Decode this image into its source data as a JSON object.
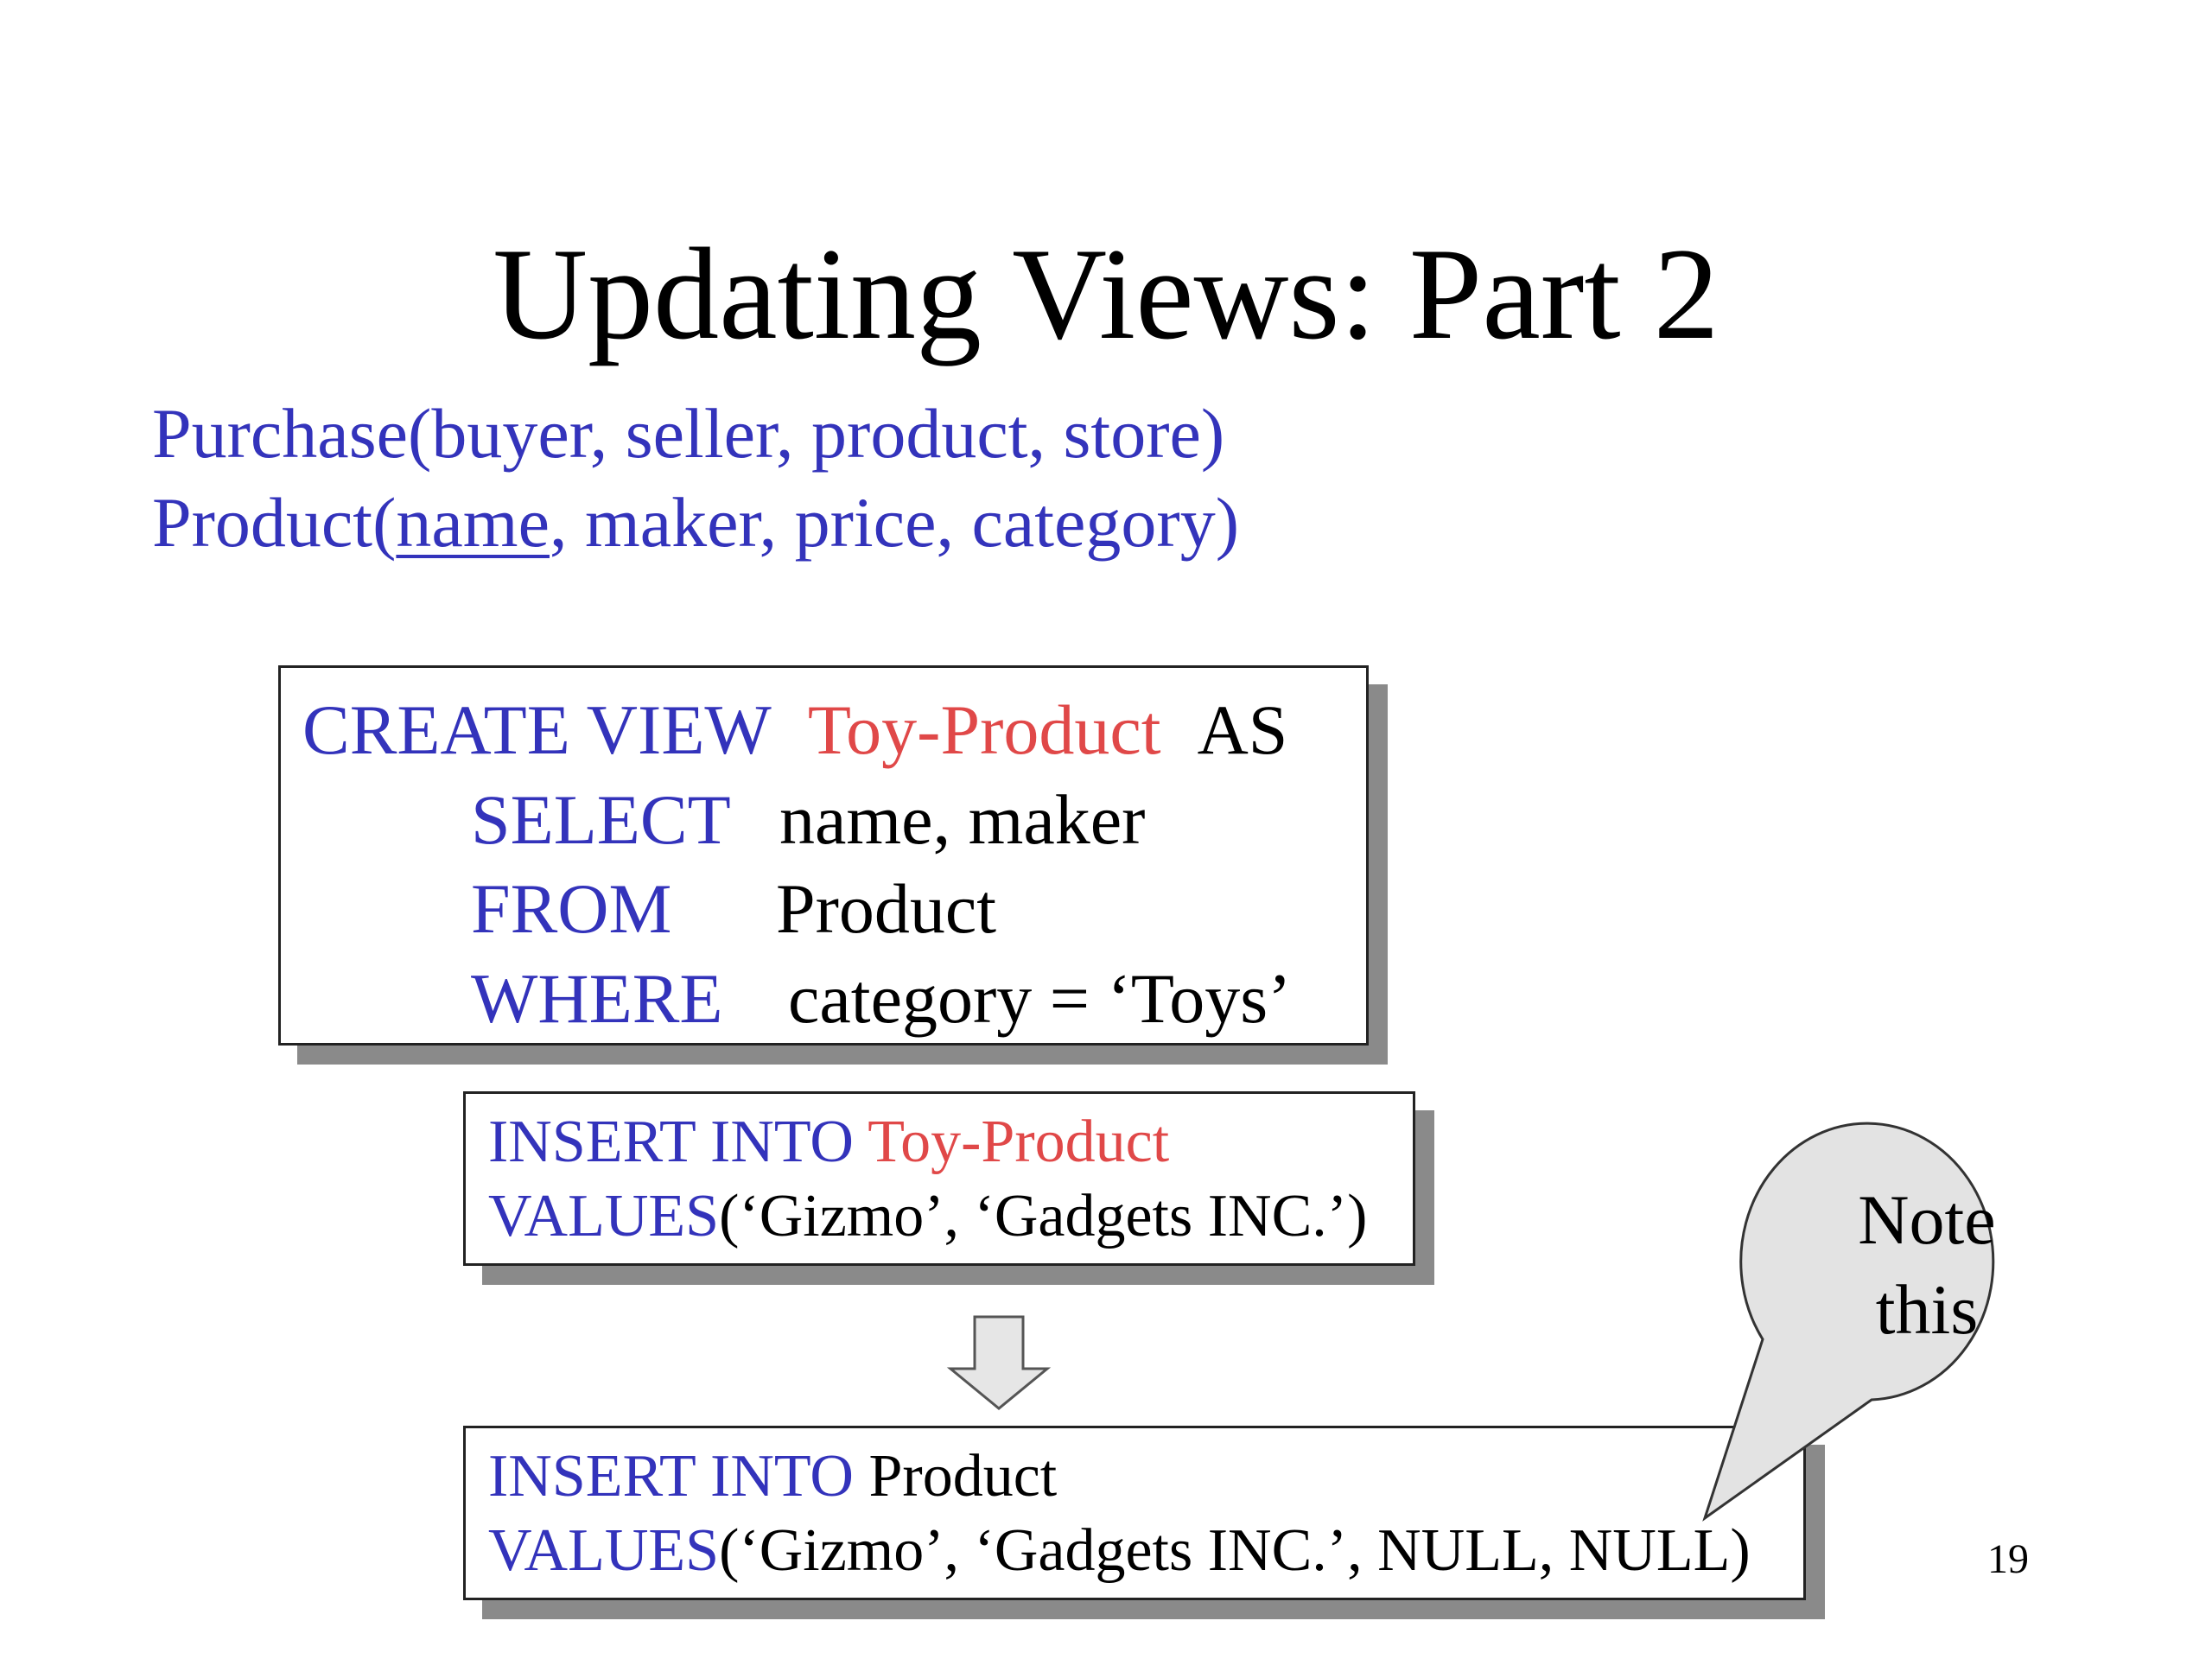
{
  "title": "Updating Views: Part 2",
  "schema": {
    "purchase": "Purchase(buyer, seller, product, store)",
    "product_prefix": "Product(",
    "product_key": "name",
    "product_suffix": ", maker, price, category)"
  },
  "create_view": {
    "kw_create": "CREATE VIEW",
    "view_name": "Toy-Product",
    "kw_as": "AS",
    "kw_select": "SELECT",
    "select_cols": "name, maker",
    "kw_from": "FROM",
    "from_table": "Product",
    "kw_where": "WHERE",
    "where_cond": "category = ‘Toys’"
  },
  "insert_view": {
    "kw_insert": "INSERT INTO",
    "view_name": "Toy-Product",
    "kw_values": "VALUES",
    "values": "(‘Gizmo’, ‘Gadgets INC.’)"
  },
  "insert_product": {
    "kw_insert": "INSERT INTO",
    "table": "Product",
    "kw_values": "VALUES",
    "values": "(‘Gizmo’, ‘Gadgets INC.’, NULL, NULL)"
  },
  "callout": "Note\nthis",
  "page_number": "19",
  "colors": {
    "keyword": "#3333bb",
    "view_name": "#e04848",
    "shadow": "#8a8a8a",
    "callout_fill": "#e3e3e3"
  },
  "icons": [
    "down-arrow-icon",
    "speech-bubble-icon"
  ]
}
